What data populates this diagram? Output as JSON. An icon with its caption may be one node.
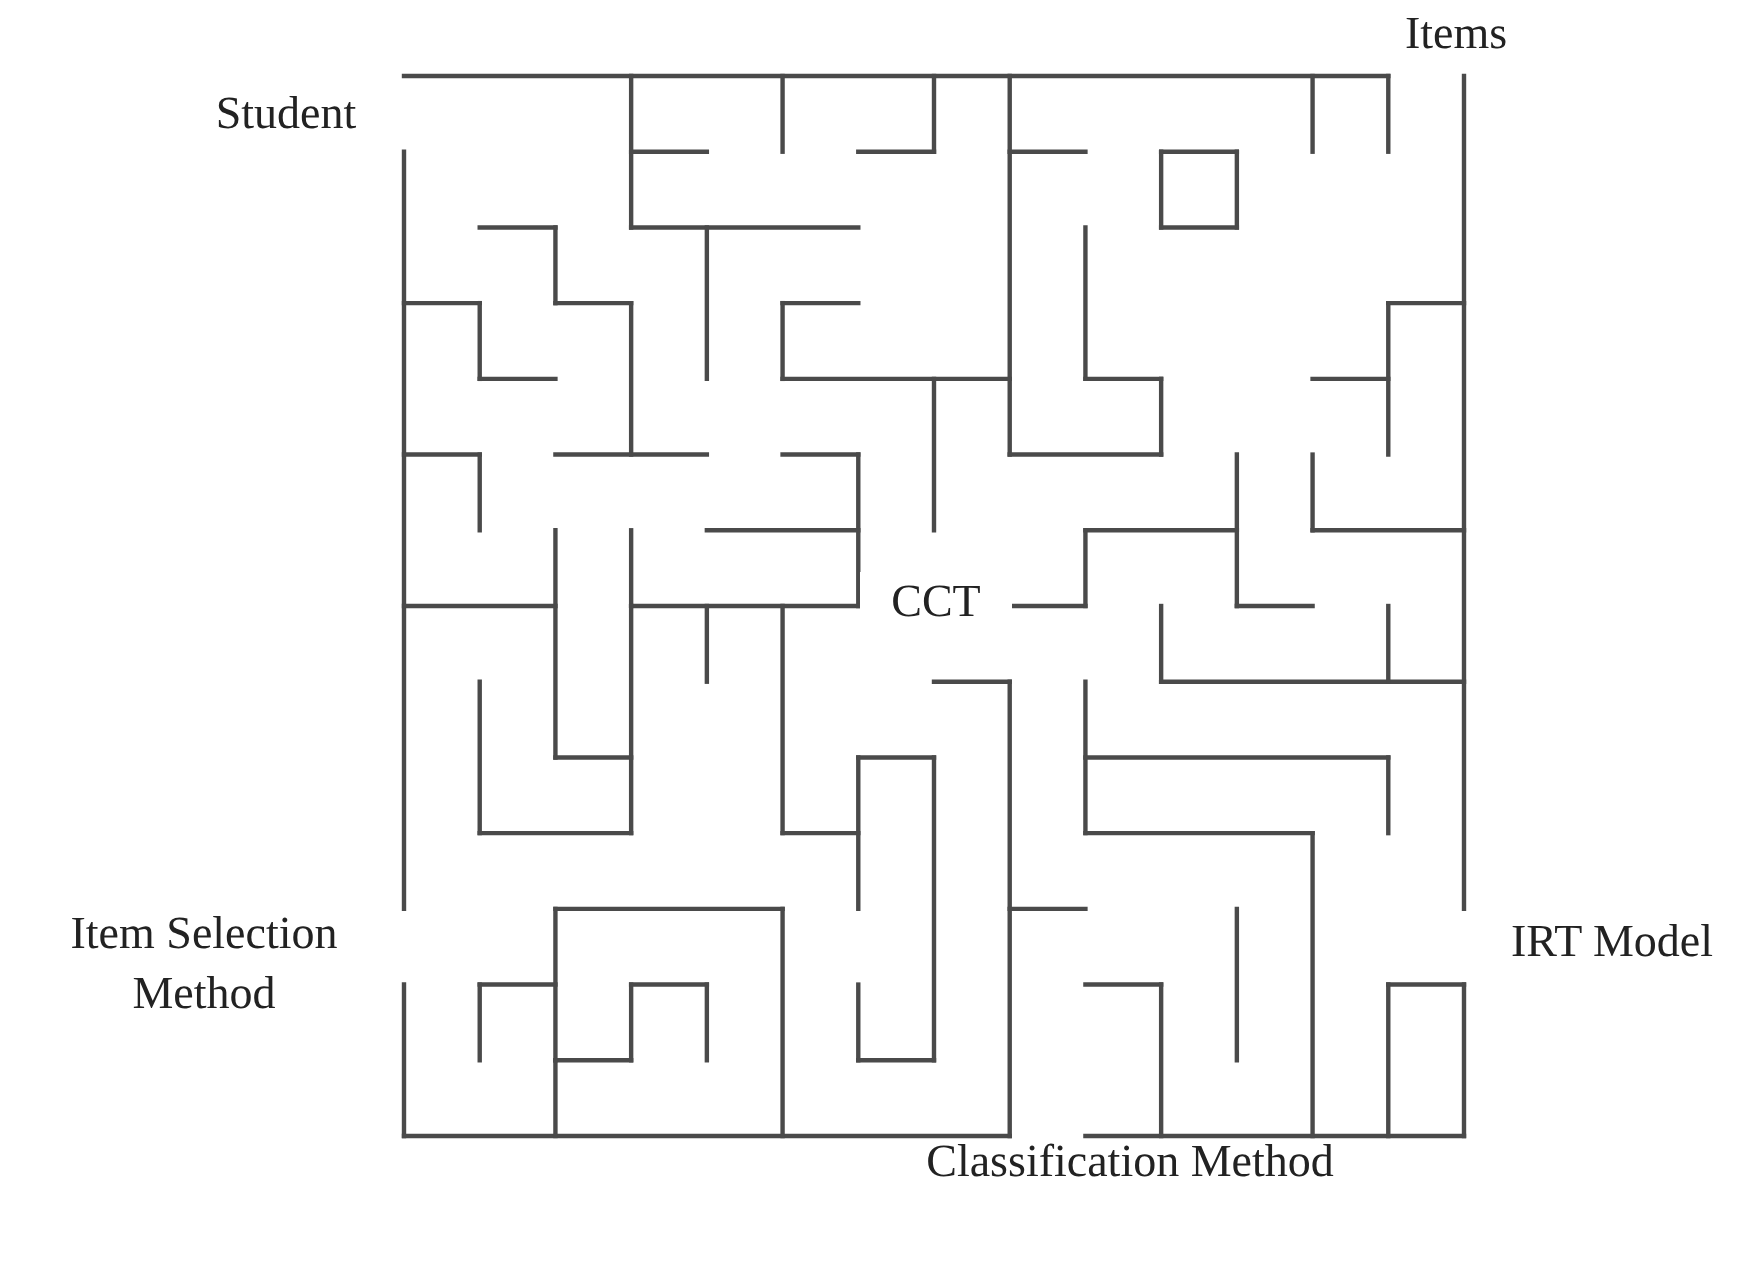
{
  "diagram": {
    "labels": [
      "Items",
      "Student",
      "CCT",
      "Item Selection Method",
      "IRT Model",
      "Classification Method"
    ]
  }
}
